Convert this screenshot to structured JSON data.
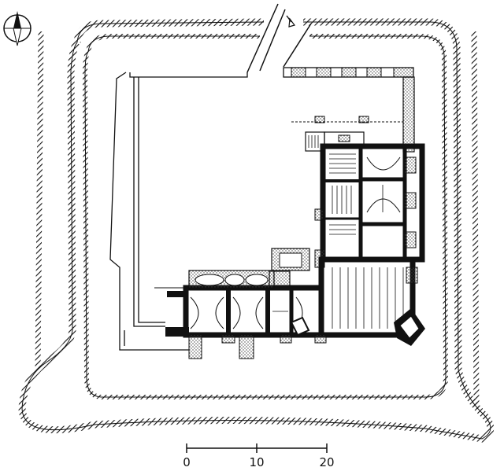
{
  "scale_bar": {
    "labels": [
      "0",
      "10",
      "20"
    ]
  },
  "compass": {
    "icon": "north-arrow-icon"
  },
  "entrance": {
    "icon": "entrance-arrow-icon"
  },
  "colors": {
    "ink": "#111111",
    "paper": "#ffffff"
  }
}
